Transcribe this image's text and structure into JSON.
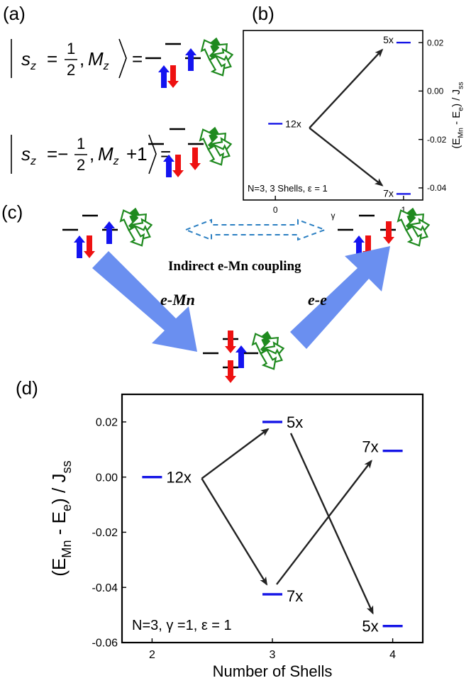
{
  "panels": {
    "a": {
      "label": "(a)",
      "ket_up": {
        "s": "s",
        "sub_s": "z",
        "eq": "=",
        "num": "1",
        "den": "2",
        "M": "M",
        "sub_M": "z",
        "trail": "="
      },
      "ket_down": {
        "s": "s",
        "sub_s": "z",
        "eq": "=−",
        "num": "1",
        "den": "2",
        "M": "M",
        "sub_M": "z",
        "plus": "+1",
        "trail": "="
      }
    },
    "b": {
      "label": "(b)",
      "annotation": "N=3, 3 Shells, ε = 1",
      "x_label": "γ",
      "y_label_parts": {
        "open": "(E",
        "sub1": "Mn",
        "mid": " - E",
        "sub2": "e",
        "close": ") / J",
        "sub3": "ss"
      },
      "chart_data": {
        "type": "scatter",
        "x_ticks": [
          "0",
          "1"
        ],
        "y_ticks": [
          "0.02",
          "0.00",
          "-0.02",
          "-0.04"
        ],
        "xlim": [
          -0.25,
          1.15
        ],
        "ylim": [
          -0.045,
          0.025
        ],
        "levels": [
          {
            "x": 0,
            "y": -0.0135,
            "label": "12x"
          },
          {
            "x": 1,
            "y": 0.02,
            "label": "5x"
          },
          {
            "x": 1,
            "y": -0.0425,
            "label": "7x"
          }
        ]
      }
    },
    "c": {
      "label": "(c)",
      "coupling_label": "Indirect e-Mn coupling",
      "left_arrow_label": "e-Mn",
      "right_arrow_label": "e-e"
    },
    "d": {
      "label": "(d)",
      "annotation": "N=3, γ =1, ε = 1",
      "x_label": "Number of Shells",
      "y_label_parts": {
        "open": "(E",
        "sub1": "Mn",
        "mid": " - E",
        "sub2": "e",
        "close": ") / J",
        "sub3": "ss"
      },
      "chart_data": {
        "type": "scatter",
        "x_ticks": [
          "2",
          "3",
          "4"
        ],
        "y_ticks": [
          "0.02",
          "0.00",
          "-0.02",
          "-0.04",
          "-0.06"
        ],
        "xlim": [
          1.75,
          4.25
        ],
        "ylim": [
          -0.06,
          0.03
        ],
        "levels": [
          {
            "x": 2,
            "y": 0.0,
            "label": "12x"
          },
          {
            "x": 3,
            "y": 0.02,
            "label": "5x"
          },
          {
            "x": 3,
            "y": -0.0425,
            "label": "7x"
          },
          {
            "x": 4,
            "y": 0.0095,
            "label": "7x"
          },
          {
            "x": 4,
            "y": -0.054,
            "label": "5x"
          }
        ]
      }
    }
  },
  "colors": {
    "spin_up": "#1414f0",
    "spin_down": "#ee1111",
    "mn_spin": "#1f8a1f",
    "level": "#1414e6",
    "process_arrow": "#6a8ff0",
    "coupling_arrow": "#2b7fc2",
    "transition_arrow": "#222222"
  }
}
